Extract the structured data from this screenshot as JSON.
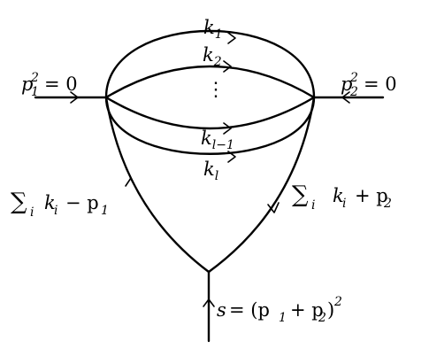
{
  "labels": {
    "k1": "1",
    "k2": "2",
    "kl_minus_1": "l−1",
    "kl": "l",
    "k": "k",
    "dots": "⋮",
    "p1_name": "p",
    "p1_sub": "1",
    "p1_sup": "2",
    "eq_zero": "= 0",
    "p2_sub": "2",
    "sum_sign": "∑",
    "sum_index": "i",
    "left_tail": "− p",
    "left_tail_sub": "1",
    "right_tail": "+ p",
    "right_tail_sub": "2",
    "s_name": "s",
    "s_eq": "= (p",
    "s_plus": "+ p",
    "s_close": ")",
    "s_sub1": "1",
    "s_sub2": "2",
    "s_sup": "2"
  }
}
